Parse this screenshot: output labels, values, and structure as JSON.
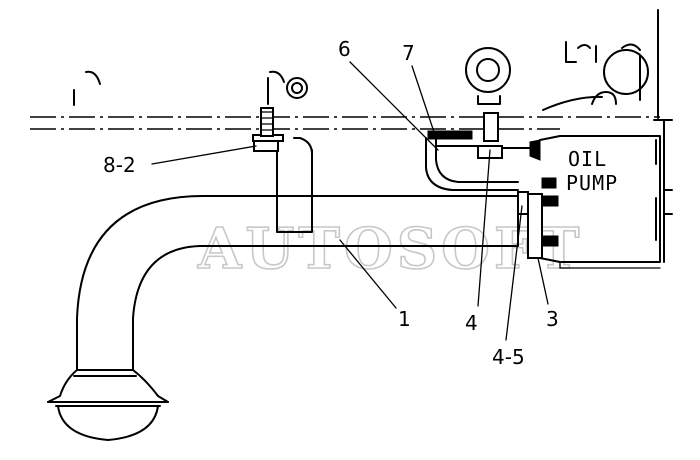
{
  "watermark": "AUTOSOFT",
  "box_label_line1": "OIL",
  "box_label_line2": "PUMP",
  "callouts": {
    "c1": "1",
    "c3": "3",
    "c4": "4",
    "c4_5": "4-5",
    "c6": "6",
    "c7": "7",
    "c8_2": "8-2"
  }
}
